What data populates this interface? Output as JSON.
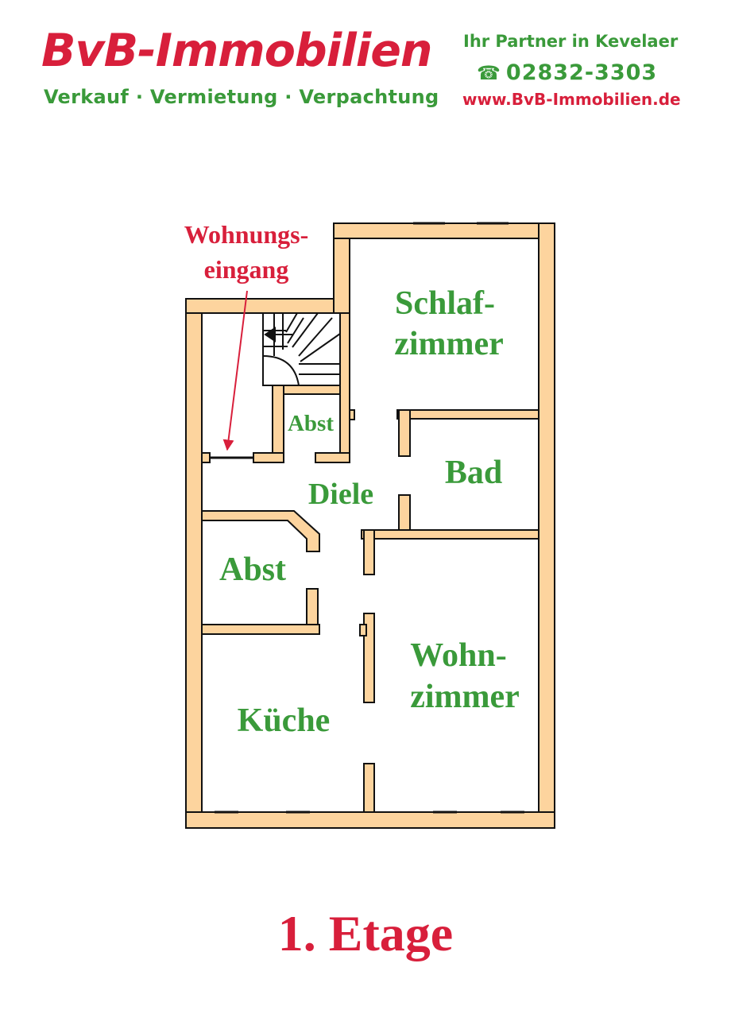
{
  "header": {
    "brand": "BvB-Immobilien",
    "services": "Verkauf · Vermietung · Verpachtung",
    "partner": "Ihr Partner in Kevelaer",
    "phone": "02832-3303",
    "phone_icon": "telephone-icon",
    "website": "www.BvB-Immobilien.de"
  },
  "plan": {
    "entrance_label_line1": "Wohnungs-",
    "entrance_label_line2": "eingang",
    "rooms": {
      "schlafzimmer_line1": "Schlaf-",
      "schlafzimmer_line2": "zimmer",
      "abst_small": "Abst",
      "bad": "Bad",
      "diele": "Diele",
      "abst": "Abst",
      "wohnzimmer_line1": "Wohn-",
      "wohnzimmer_line2": "zimmer",
      "kueche": "Küche"
    },
    "colors": {
      "wall_fill": "#fdd49e",
      "wall_stroke": "#111111",
      "room_label": "#3a9a3a",
      "accent_red": "#d81f3b"
    }
  },
  "footer": {
    "floor": "1. Etage"
  }
}
